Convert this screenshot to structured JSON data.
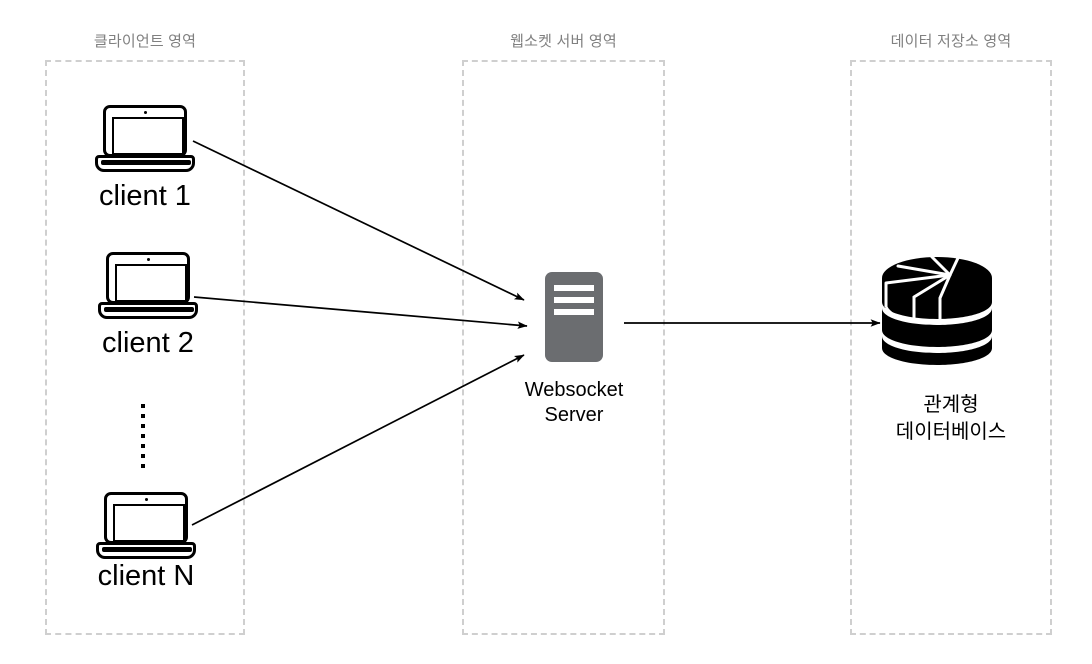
{
  "diagram": {
    "title": "Websocket architecture diagram",
    "background_color": "#ffffff",
    "zone_border_color": "#cfcfcf",
    "zone_label_color": "#808080",
    "server_color": "#6b6d70",
    "database_color": "#000000",
    "arrow_color": "#000000"
  },
  "zones": [
    {
      "id": "client-zone",
      "label": "클라이언트 영역"
    },
    {
      "id": "websocket-zone",
      "label": "웹소켓 서버 영역"
    },
    {
      "id": "storage-zone",
      "label": "데이터 저장소 영역"
    }
  ],
  "clients": [
    {
      "id": "client-1",
      "label": "client 1",
      "icon": "laptop-icon"
    },
    {
      "id": "client-2",
      "label": "client 2",
      "icon": "laptop-icon"
    },
    {
      "id": "client-n",
      "label": "client N",
      "icon": "laptop-icon"
    }
  ],
  "ellipsis": {
    "name": "vertical-ellipsis",
    "dot_count": 7
  },
  "server": {
    "id": "websocket-server",
    "icon": "server-icon",
    "label": "Websocket\nServer"
  },
  "database": {
    "id": "relational-database",
    "icon": "database-cylinder-icon",
    "label": "관계형\n데이터베이스"
  },
  "connections": [
    {
      "id": "client1-to-server",
      "from": "client 1",
      "to": "Websocket Server",
      "style": "solid-arrow"
    },
    {
      "id": "client2-to-server",
      "from": "client 2",
      "to": "Websocket Server",
      "style": "solid-arrow"
    },
    {
      "id": "clientN-to-server",
      "from": "client N",
      "to": "Websocket Server",
      "style": "solid-arrow"
    },
    {
      "id": "server-to-database",
      "from": "Websocket Server",
      "to": "관계형 데이터베이스",
      "style": "solid-arrow"
    }
  ]
}
